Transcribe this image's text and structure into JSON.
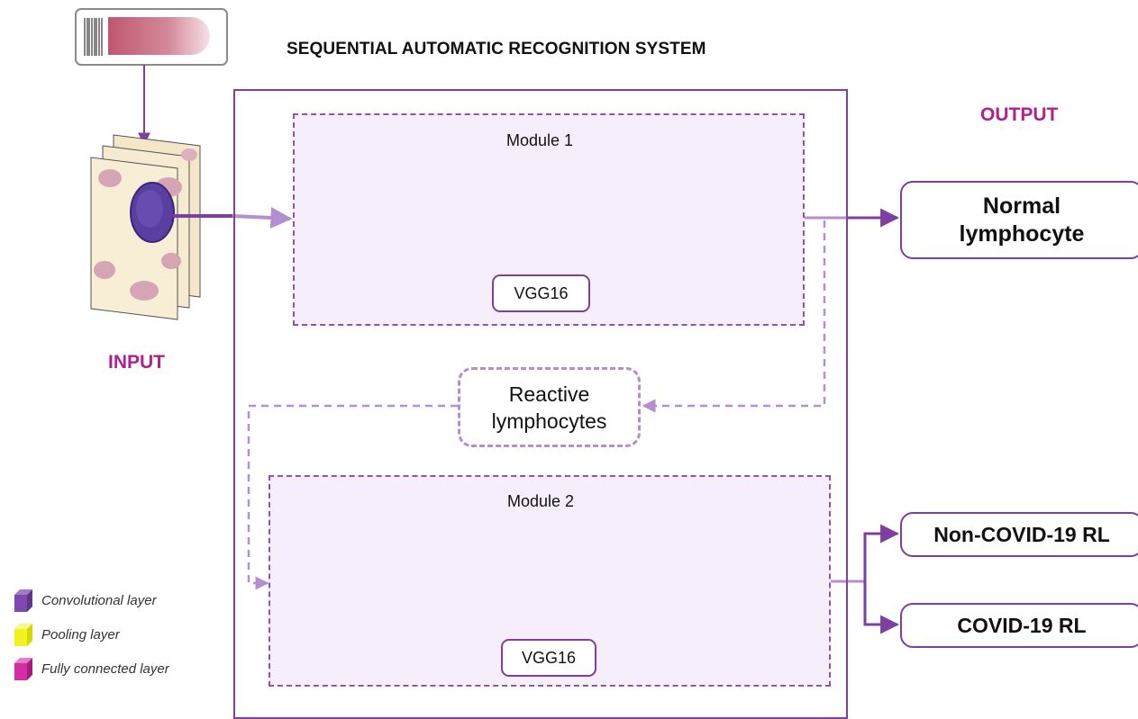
{
  "title": "SEQUENTIAL AUTOMATIC RECOGNITION SYSTEM",
  "input_label": "INPUT",
  "output_label": "OUTPUT",
  "modules": [
    {
      "label": "Module 1",
      "network": "VGG16"
    },
    {
      "label": "Module 2",
      "network": "VGG16"
    }
  ],
  "reactive": {
    "line1": "Reactive",
    "line2": "lymphocytes"
  },
  "outputs": {
    "normal": {
      "line1": "Normal",
      "line2": "lymphocyte"
    },
    "non_covid": "Non-COVID-19 RL",
    "covid": "COVID-19 RL"
  },
  "legend": [
    {
      "label": "Convolutional layer",
      "icon": "conv-layer-icon",
      "color": "#7d4aab"
    },
    {
      "label": "Pooling layer",
      "icon": "pool-layer-icon",
      "color": "#f2f21e"
    },
    {
      "label": "Fully connected layer",
      "icon": "fc-layer-icon",
      "color": "#d12fa3"
    }
  ],
  "colors": {
    "accent": "#7d3fa0",
    "label": "#b0208f",
    "module_bg": "#f6eefa",
    "conv": "#7d4aab",
    "pool": "#f2f21e",
    "fc": "#d12fa3"
  }
}
